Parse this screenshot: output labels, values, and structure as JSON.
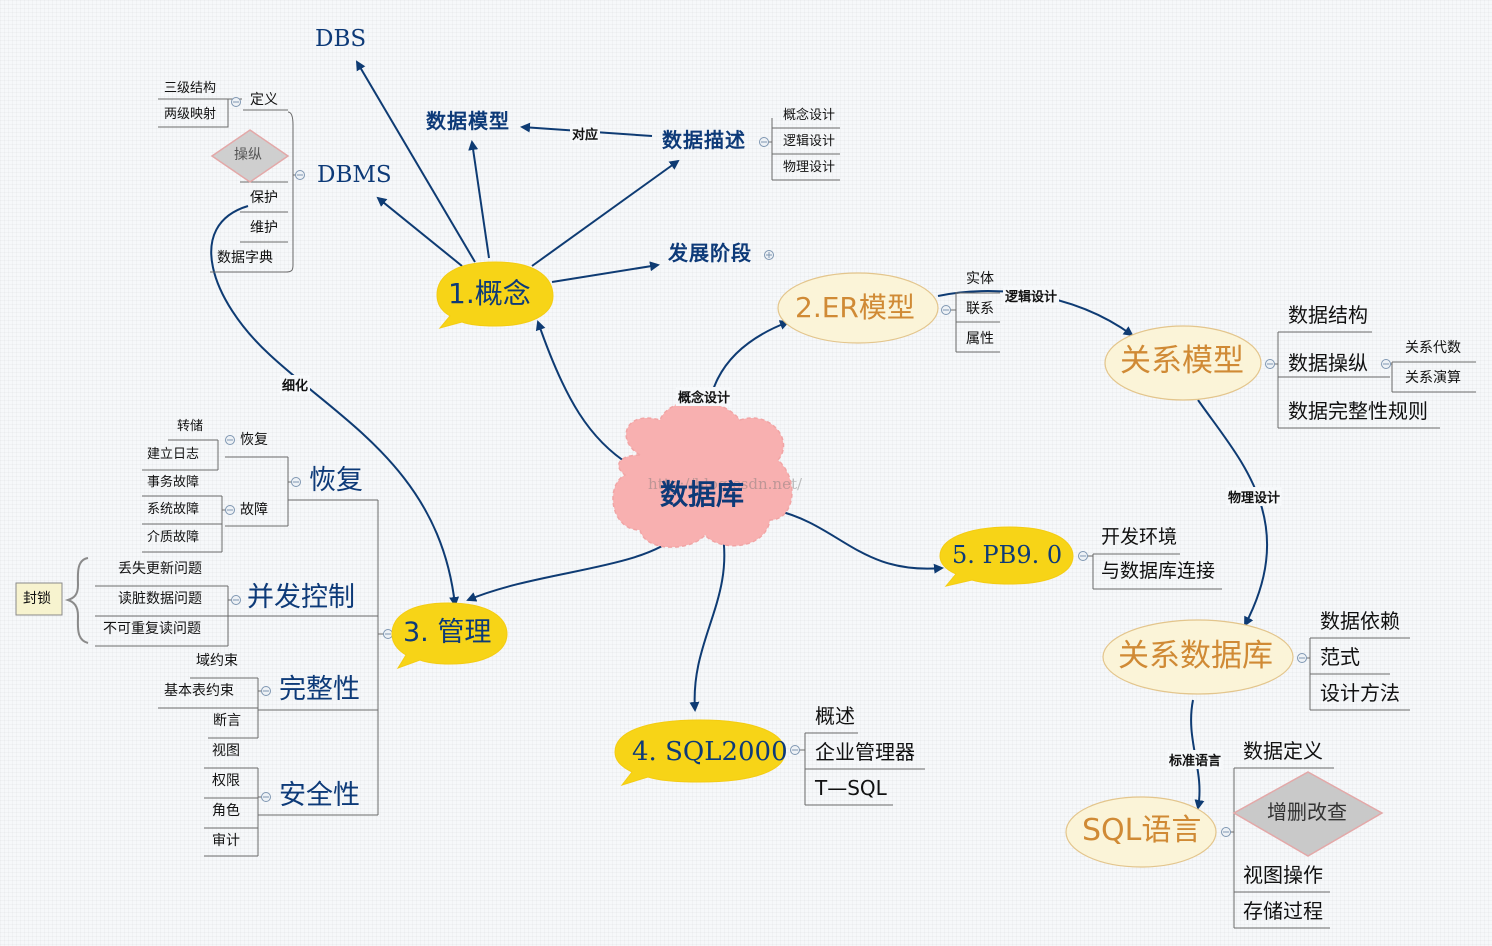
{
  "center": "数据库",
  "watermark": "http://blog.csdn.net/",
  "branches": {
    "concept": {
      "title": "1.概念",
      "children": {
        "dbs": "DBS",
        "dbms": "DBMS",
        "data_model": "数据模型",
        "data_desc": "数据描述",
        "dev_stage": "发展阶段",
        "correspond": "对应"
      },
      "dbms_items": [
        "定义",
        "操纵",
        "保护",
        "维护",
        "数据字典"
      ],
      "definition_items": [
        "三级结构",
        "两级映射"
      ],
      "desc_items": [
        "概念设计",
        "逻辑设计",
        "物理设计"
      ]
    },
    "er": {
      "title": "2.ER模型",
      "items": [
        "实体",
        "联系",
        "属性"
      ],
      "edge_from_center": "概念设计",
      "edge_to_relation": "逻辑设计"
    },
    "relation_model": {
      "title": "关系模型",
      "items": [
        "数据结构",
        "数据操纵",
        "数据完整性规则"
      ],
      "op_items": [
        "关系代数",
        "关系演算"
      ],
      "edge_to_db": "物理设计"
    },
    "relation_db": {
      "title": "关系数据库",
      "items": [
        "数据依赖",
        "范式",
        "设计方法"
      ],
      "edge_to_sql": "标准语言"
    },
    "sql": {
      "title": "SQL语言",
      "items": [
        "数据定义",
        "增删改查",
        "视图操作",
        "存储过程"
      ]
    },
    "management": {
      "title": "3. 管理",
      "refine": "细化",
      "groups": {
        "recovery": {
          "title": "恢复",
          "restore": "恢复",
          "restore_items": [
            "转储",
            "建立日志"
          ],
          "fault": "故障",
          "fault_items": [
            "事务故障",
            "系统故障",
            "介质故障"
          ]
        },
        "concurrency": {
          "title": "并发控制",
          "items": [
            "丢失更新问题",
            "读脏数据问题",
            "不可重复读问题"
          ],
          "lock": "封锁"
        },
        "integrity": {
          "title": "完整性",
          "items": [
            "域约束",
            "基本表约束",
            "断言"
          ]
        },
        "security": {
          "title": "安全性",
          "items": [
            "视图",
            "权限",
            "角色",
            "审计"
          ]
        }
      }
    },
    "sql2000": {
      "title": "4. SQL2000",
      "items": [
        "概述",
        "企业管理器",
        "T—SQL"
      ]
    },
    "pb": {
      "title": "5. PB9. 0",
      "items": [
        "开发环境",
        "与数据库连接"
      ]
    }
  },
  "colors": {
    "arrow": "#0e3b73",
    "bubble": "#f7d417",
    "cloud": "#f8b0b0",
    "ellipse_fill": "#fbf4d8",
    "ellipse_stroke": "#e3c58c",
    "orange_text": "#d08a35"
  }
}
